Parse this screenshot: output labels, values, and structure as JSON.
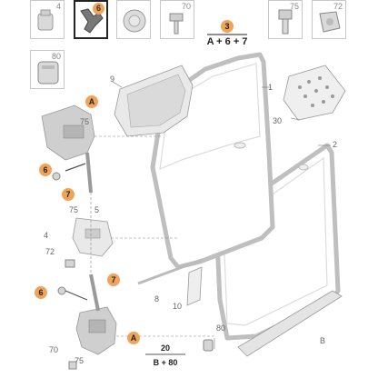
{
  "thumbnails": [
    {
      "number": "4",
      "icon": "clip-icon"
    },
    {
      "number": "6",
      "icon": "bracket-icon"
    },
    {
      "number": "",
      "icon": "cap-icon"
    },
    {
      "number": "70",
      "icon": "screw-icon"
    },
    {
      "number": "75",
      "icon": "bolt-icon"
    },
    {
      "number": "72",
      "icon": "grommet-icon"
    },
    {
      "number": "80",
      "icon": "plug-icon"
    }
  ],
  "kit": {
    "number": "3",
    "formula": "A + 6 + 7"
  },
  "kit_bottom": {
    "top": "20",
    "bottom": "B + 80"
  },
  "labels": {
    "door_front": "1",
    "door_rear": "2",
    "trim_panel": "9",
    "clip_pack": "30",
    "check_link": "5",
    "seal_strip": "8",
    "trim_10": "10",
    "rail": "B",
    "screw_75": "75",
    "screw_72": "72",
    "screw_70": "70",
    "screw_4": "4",
    "plug_80": "80"
  },
  "badges": {
    "latch_top": "A",
    "latch_bottom": "A",
    "bracket_top": "6",
    "bracket_bottom": "6",
    "rod_top": "7",
    "rod_bottom": "7"
  },
  "colors": {
    "badge": "#f0a45a",
    "accent_border": "#222222"
  }
}
